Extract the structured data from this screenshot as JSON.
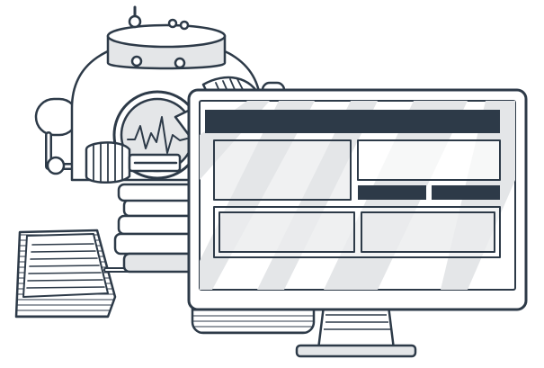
{
  "colors": {
    "outline": "#2d3a48",
    "dark_bar": "#2d3a48",
    "light_gray": "#e4e6e8",
    "mid_gray": "#c9ccd0",
    "white": "#ffffff"
  },
  "scene": {
    "robot": {
      "display": "pulse-waveform",
      "arms": 2,
      "has_antenna": true,
      "drive": "tank-treads"
    },
    "monitor": {
      "screen_layout": {
        "header_bar": true,
        "top_panels": 2,
        "action_bars": 2,
        "bottom_panels": 2
      }
    }
  }
}
